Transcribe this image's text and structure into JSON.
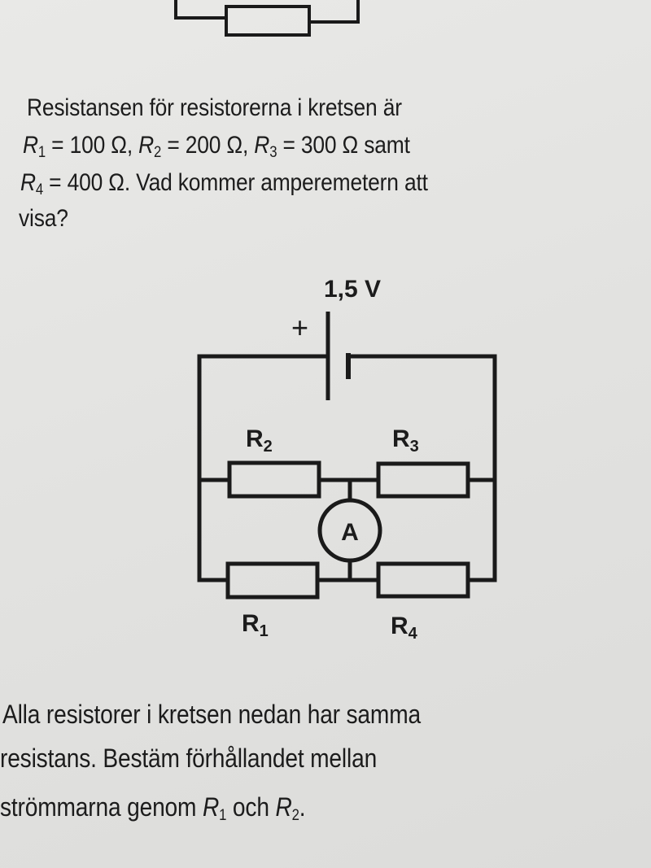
{
  "problem1": {
    "line1": "Resistansen för resistorerna i kretsen är",
    "r1_sym": "R",
    "r1_sub": "1",
    "r1_val": " = 100 Ω, ",
    "r2_sym": "R",
    "r2_sub": "2",
    "r2_val": " = 200 Ω, ",
    "r3_sym": "R",
    "r3_sub": "3",
    "r3_val": " = 300 Ω samt",
    "r4_sym": "R",
    "r4_sub": "4",
    "r4_val": " = 400 Ω. Vad kommer amperemetern att",
    "line4": "visa?"
  },
  "circuit": {
    "voltage": "1,5 V",
    "plus": "+",
    "ammeter": "A",
    "labels": [
      {
        "sym": "R",
        "sub": "2"
      },
      {
        "sym": "R",
        "sub": "3"
      },
      {
        "sym": "R",
        "sub": "1"
      },
      {
        "sym": "R",
        "sub": "4"
      }
    ]
  },
  "problem2": {
    "line1": "Alla resistorer i kretsen nedan har samma",
    "line2": "resistans. Bestäm förhållandet mellan",
    "line3_a": "strömmarna genom ",
    "r1_sym": "R",
    "r1_sub": "1",
    "mid": " och ",
    "r2_sym": "R",
    "r2_sub": "2",
    "end": "."
  }
}
